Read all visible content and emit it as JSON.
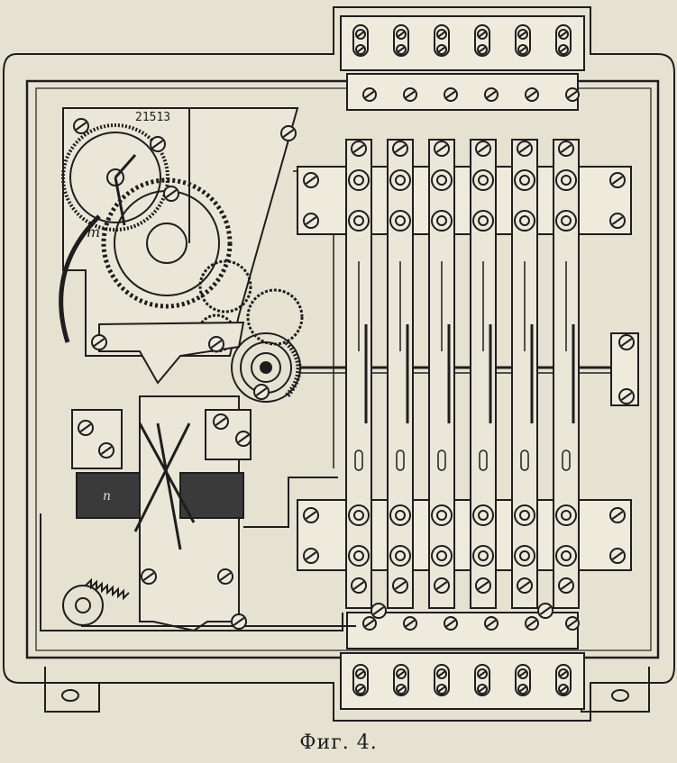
{
  "figure": {
    "caption": "Фиг. 4.",
    "counter_reading": "21513",
    "label_m": "m",
    "label_n": "n",
    "ink_color": "#1e1e1e",
    "paper_color": "#e6e2d2",
    "relay_bar_count": 6
  }
}
